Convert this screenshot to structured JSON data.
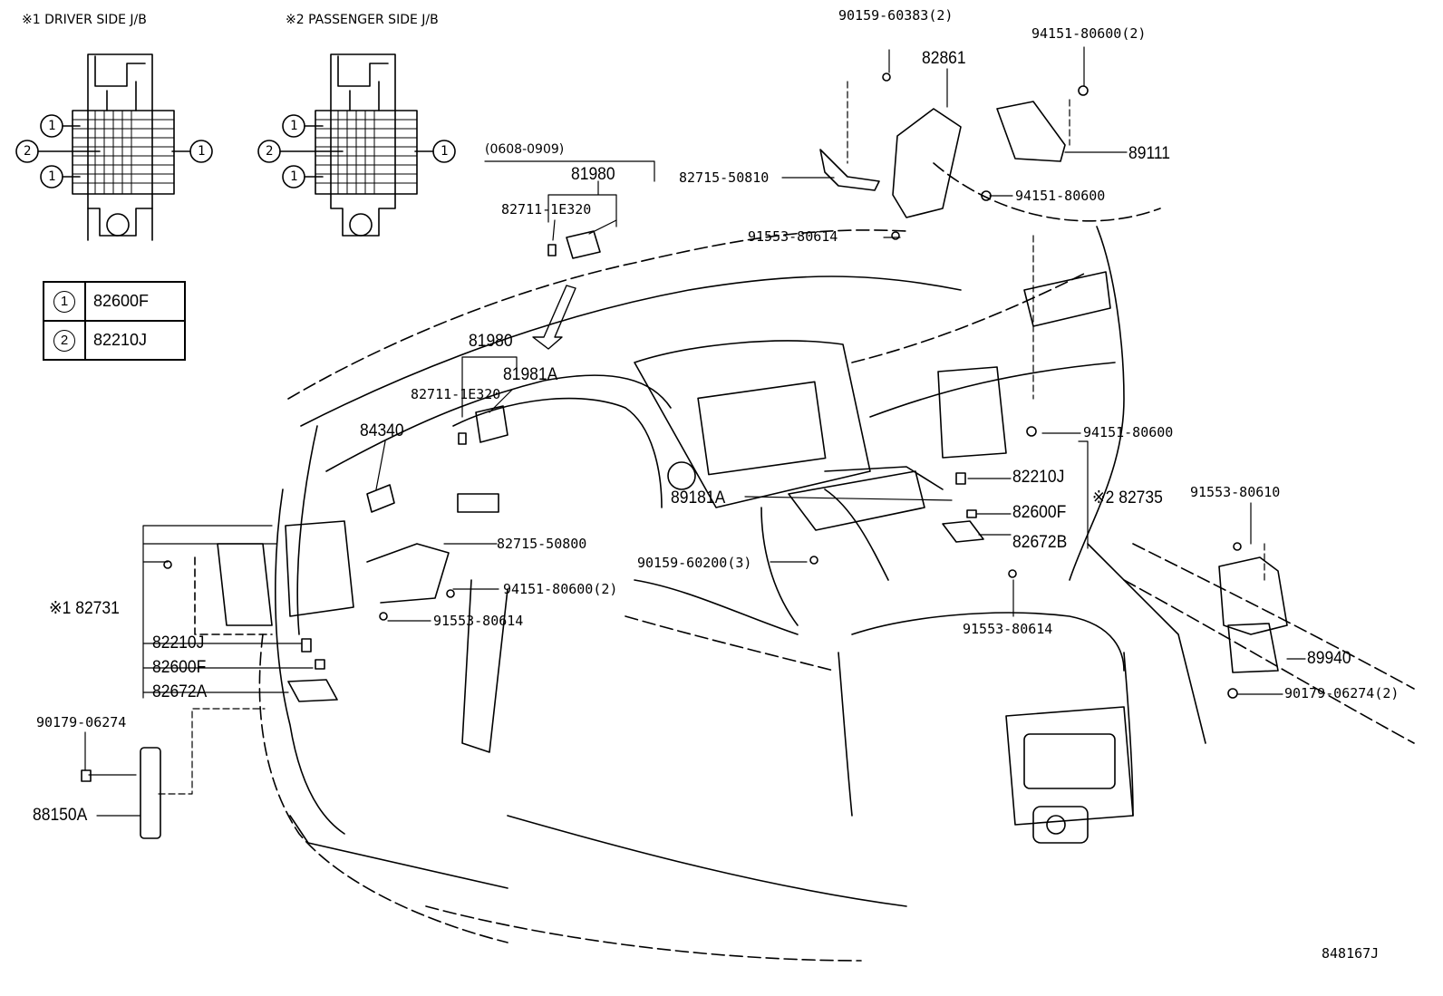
{
  "headers": {
    "driver_jb": "※1 DRIVER SIDE J/B",
    "passenger_jb": "※2 PASSENGER SIDE J/B",
    "date_range": "(0608-0909)"
  },
  "legend": [
    {
      "num": "1",
      "part": "82600F"
    },
    {
      "num": "2",
      "part": "82210J"
    }
  ],
  "callout_numbers": {
    "one": "1",
    "two": "2"
  },
  "labels": {
    "p9015960383": "90159-60383(2)",
    "p82861": "82861",
    "p9415180600_2_top": "94151-80600(2)",
    "p89111": "89111",
    "p8271550810": "82715-50810",
    "p9415180600_top": "94151-80600",
    "p9155380614_top": "91553-80614",
    "p81980_top": "81980",
    "p827111e320_top": "82711-1E320",
    "p81980_mid": "81980",
    "p81981a": "81981A",
    "p827111e320_mid": "82711-1E320",
    "p84340": "84340",
    "p9415180600_right": "94151-80600",
    "p82210j_right": "82210J",
    "p89181a": "89181A",
    "s2_82735": "※2 82735",
    "p82600f_right": "82600F",
    "p9155380610": "91553-80610",
    "p8271550800": "82715-50800",
    "p82672b": "82672B",
    "p9015960200": "90159-60200(3)",
    "p9415180600_2_mid": "94151-80600(2)",
    "s1_82731": "※1 82731",
    "p9155380614_mid": "91553-80614",
    "p9155380614_right": "91553-80614",
    "p82210j_left": "82210J",
    "p89940": "89940",
    "p82600f_left": "82600F",
    "p9017906274_2": "90179-06274(2)",
    "p82672a": "82672A",
    "p9017906274": "90179-06274",
    "p88150a": "88150A",
    "diagram_id": "848167J"
  }
}
